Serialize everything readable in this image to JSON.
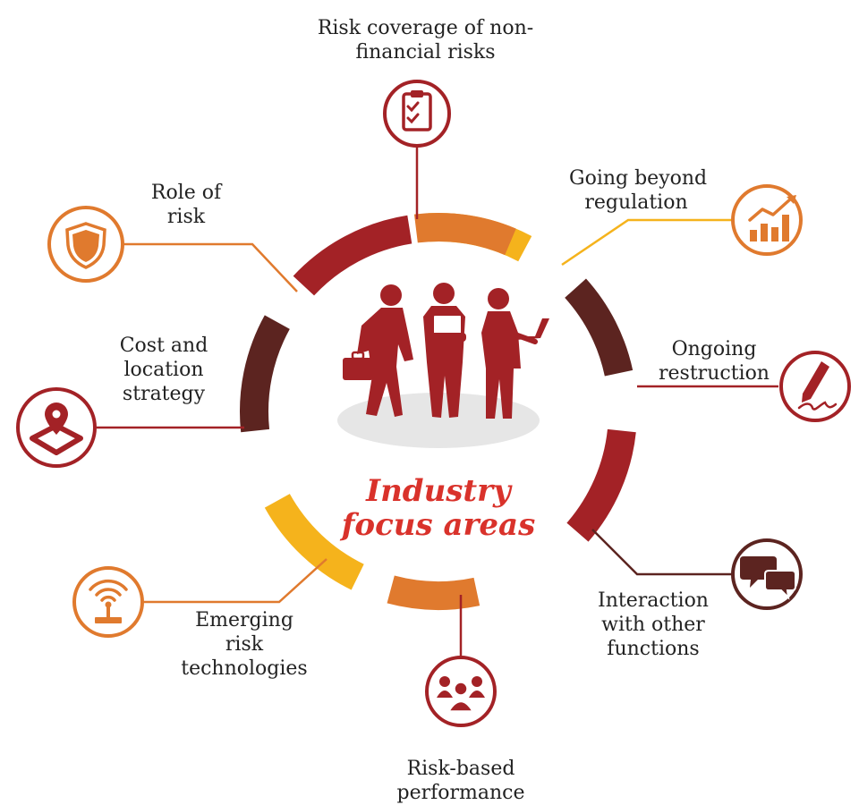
{
  "center": {
    "title_line1": "Industry",
    "title_line2": "focus areas"
  },
  "colors": {
    "orange": "#e07a2e",
    "yellow": "#f5b31c",
    "darkred": "#a32226",
    "maroon": "#5c2420",
    "figure": "#a32226",
    "title": "#d9322b"
  },
  "areas": [
    {
      "line1": "Risk coverage of  non-",
      "line2": "financial risks",
      "icon": "clipboard-check-icon"
    },
    {
      "line1": "Going beyond",
      "line2": "regulation",
      "icon": "growth-chart-icon"
    },
    {
      "line1": "Ongoing",
      "line2": "restruction",
      "icon": "pen-signature-icon"
    },
    {
      "line1": "Interaction",
      "line2": "with other",
      "line3": "functions",
      "icon": "chat-bubbles-icon"
    },
    {
      "line1": "Risk-based",
      "line2": "performance",
      "icon": "team-icon"
    },
    {
      "line1": "Emerging",
      "line2": "risk",
      "line3": "technologies",
      "icon": "antenna-icon"
    },
    {
      "line1": "Cost and",
      "line2": "location",
      "line3": "strategy",
      "icon": "location-pin-icon"
    },
    {
      "line1": "Role of",
      "line2": "risk",
      "icon": "shield-icon"
    }
  ]
}
